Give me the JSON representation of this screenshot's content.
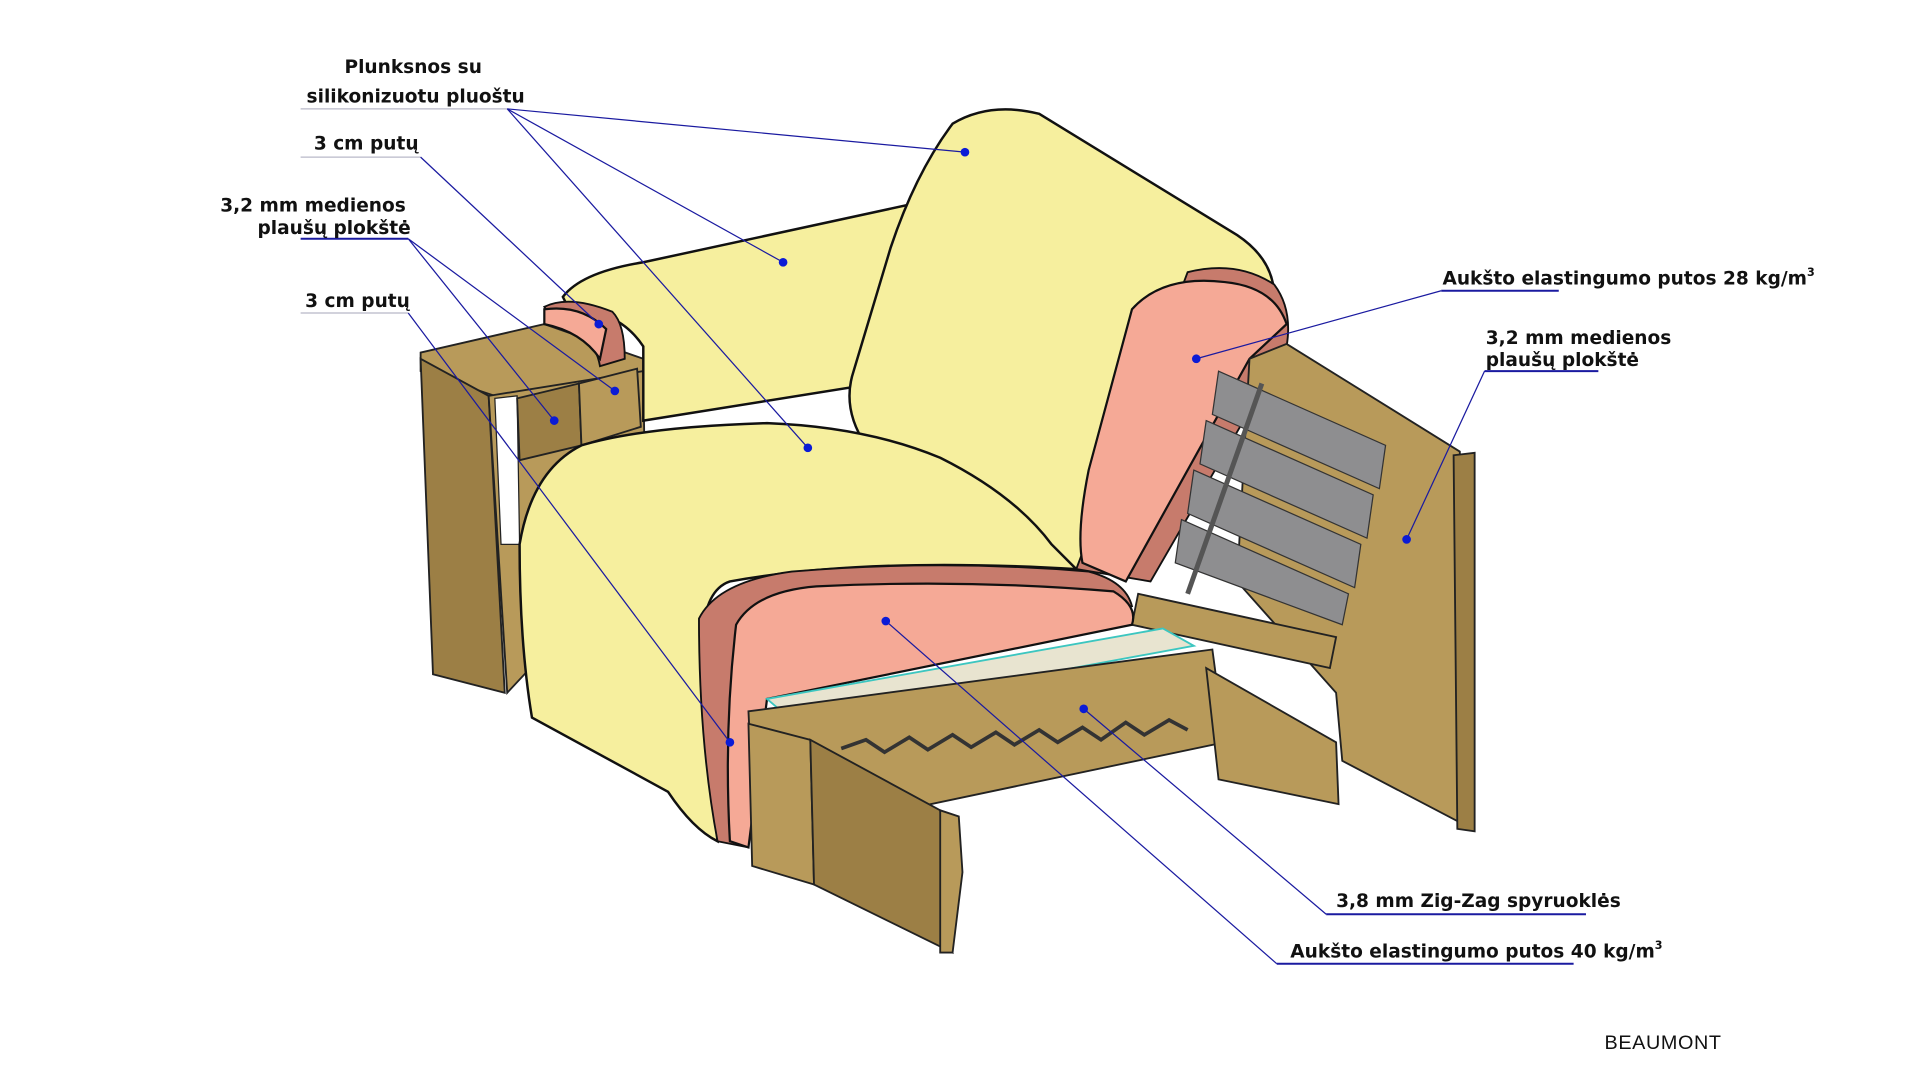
{
  "labels": {
    "feathers_line1": "Plunksnos su",
    "feathers_line2": "silikonizuotu pluoštu",
    "foam_3cm_top": "3 cm putų",
    "fiberboard_left_line1": "3,2 mm medienos",
    "fiberboard_left_line2": "plaušų plokštė",
    "foam_3cm_bottom": "3 cm putų",
    "foam_28_main": "Aukšto elastingumo putos 28 kg/m",
    "foam_28_sup": "3",
    "fiberboard_right_line1": "3,2 mm medienos",
    "fiberboard_right_line2": "plaušų plokštė",
    "springs": "3,8 mm Zig-Zag spyruoklės",
    "foam_40_main": "Aukšto elastingumo putos 40 kg/m",
    "foam_40_sup": "3"
  },
  "brand": "BEAUMONT"
}
